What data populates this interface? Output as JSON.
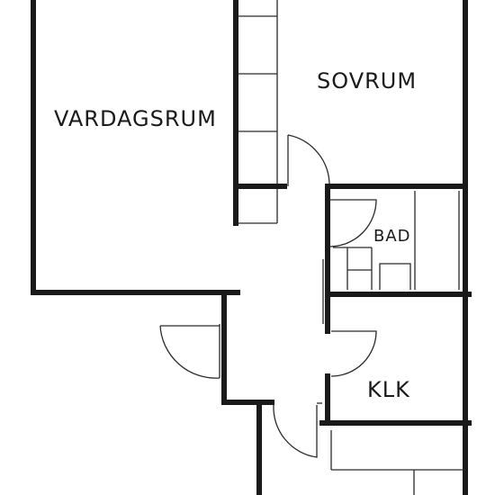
{
  "rooms": {
    "vardagsrum": "VARDAGSRUM",
    "sovrum": "SOVRUM",
    "bad": "BAD",
    "kok": "KLK"
  }
}
